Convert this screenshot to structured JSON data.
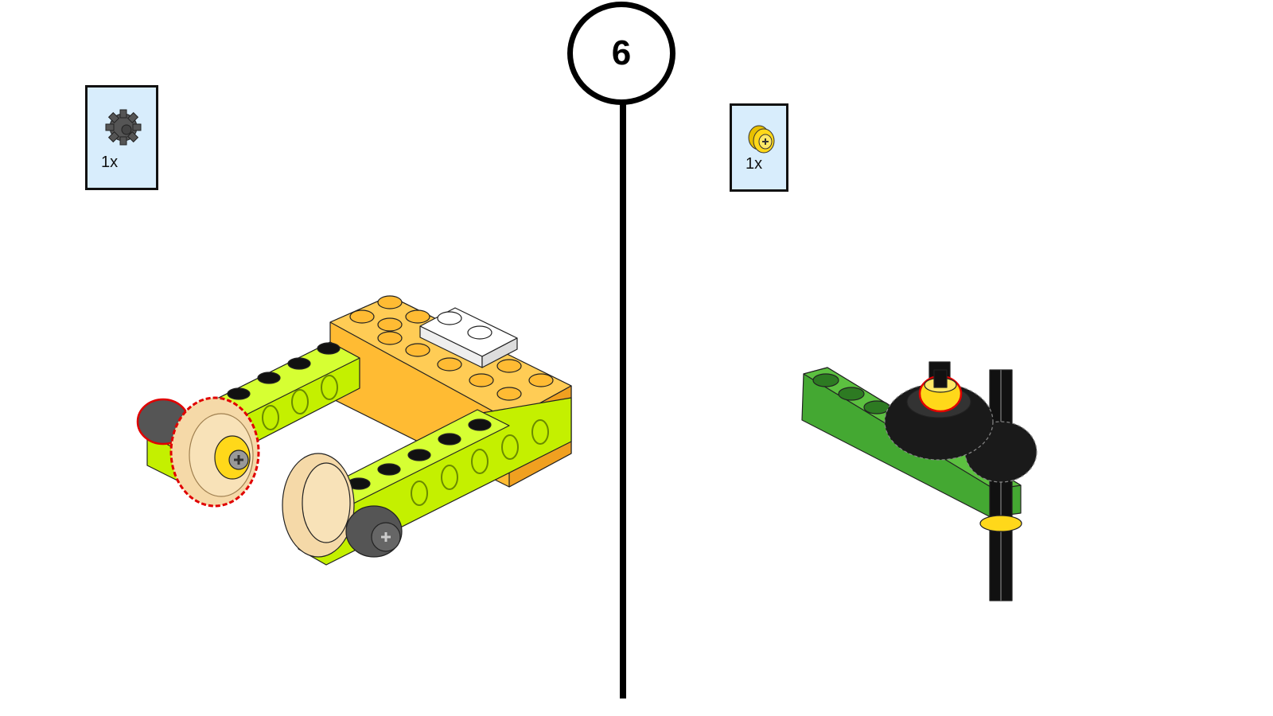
{
  "step": {
    "number": "6"
  },
  "left_panel": {
    "parts": [
      {
        "icon": "dark-gray-gear-8-tooth-icon",
        "quantity": "1x"
      }
    ]
  },
  "right_panel": {
    "parts": [
      {
        "icon": "yellow-bushing-icon",
        "quantity": "1x"
      }
    ]
  },
  "colors": {
    "lime": "#c4f000",
    "orange": "#ffbb33",
    "tan": "#f5d9a8",
    "green": "#44a832",
    "highlight": "#e00000",
    "box_bg": "#d8edfc"
  }
}
